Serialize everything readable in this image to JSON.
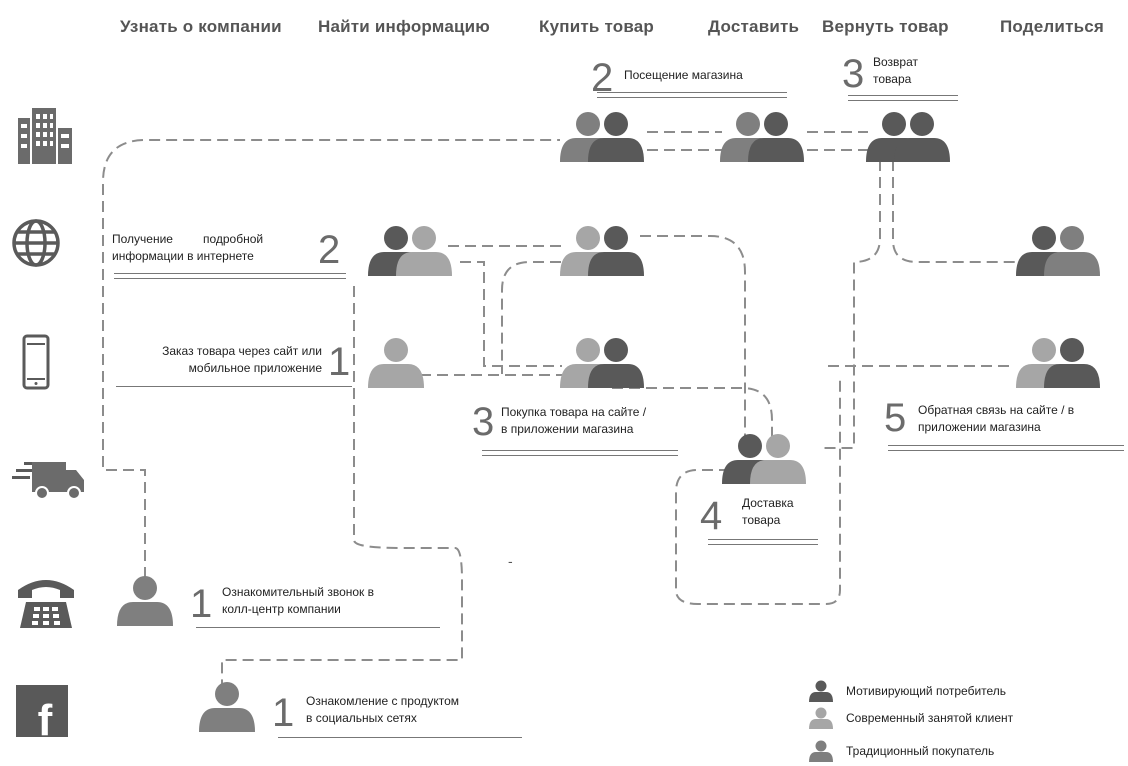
{
  "headers": [
    "Узнать о компании",
    "Найти информацию",
    "Купить товар",
    "Доставить",
    "Вернуть товар",
    "Поделиться"
  ],
  "channel_icons": [
    "building-icon",
    "globe-icon",
    "smartphone-icon",
    "delivery-truck-icon",
    "telephone-icon",
    "facebook-icon"
  ],
  "steps": {
    "store_visit": {
      "num": "2",
      "text": "Посещение магазина"
    },
    "return": {
      "num": "3",
      "text_l1": "Возврат",
      "text_l2": "товара"
    },
    "online_info": {
      "num": "2",
      "text_l1": "Получение         подробной",
      "text_l2": "информации в интернете"
    },
    "order": {
      "num": "1",
      "text_l1": "Заказ товара через сайт или",
      "text_l2": "мобильное приложение"
    },
    "purchase": {
      "num": "3",
      "text_l1": "Покупка товара на сайте /",
      "text_l2": "в приложении магазина"
    },
    "delivery": {
      "num": "4",
      "text_l1": "Доставка",
      "text_l2": "товара"
    },
    "feedback": {
      "num": "5",
      "text_l1": "Обратная связь на сайте / в",
      "text_l2": "приложении магазина"
    },
    "call": {
      "num": "1",
      "text_l1": "Ознакомительный звонок в",
      "text_l2": "колл-центр компании"
    },
    "social": {
      "num": "1",
      "text_l1": "Ознакомление с продуктом",
      "text_l2": "в социальных сетях"
    }
  },
  "legend": [
    {
      "label": "Мотивирующий потребитель",
      "color": "#595959"
    },
    {
      "label": "Современный занятой клиент",
      "color": "#a6a6a6"
    },
    {
      "label": "Традиционный покупатель",
      "color": "#7f7f7f"
    }
  ],
  "colors": {
    "dark": "#595959",
    "mid": "#7f7f7f",
    "light": "#a6a6a6",
    "line": "#8c8c8c"
  },
  "facebook_letter": "f"
}
